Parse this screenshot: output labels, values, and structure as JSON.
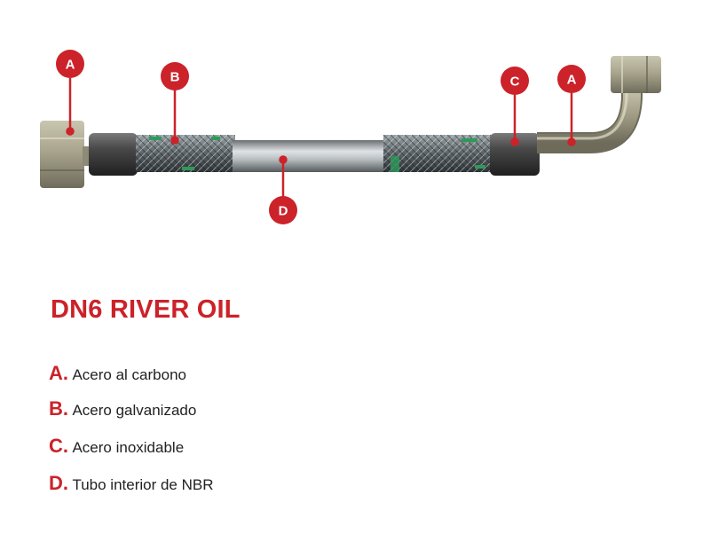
{
  "colors": {
    "accent": "#cc2229",
    "steel": "#9aa0a4",
    "rubber": "#3a3a3a",
    "fitting": "#a8a48c",
    "stripe": "#2e9a5a"
  },
  "markers": [
    {
      "label": "A",
      "part": "left-nut"
    },
    {
      "label": "B",
      "part": "braid-left"
    },
    {
      "label": "C",
      "part": "ferrule-right"
    },
    {
      "label": "A",
      "part": "bent-tube"
    },
    {
      "label": "D",
      "part": "inner-tube"
    }
  ],
  "title": "DN6 RIVER OIL",
  "legend": [
    {
      "key": "A.",
      "text": "Acero al carbono"
    },
    {
      "key": "B.",
      "text": "Acero galvanizado"
    },
    {
      "key": "C.",
      "text": "Acero inoxidable"
    },
    {
      "key": "D.",
      "text": "Tubo interior de NBR"
    }
  ]
}
